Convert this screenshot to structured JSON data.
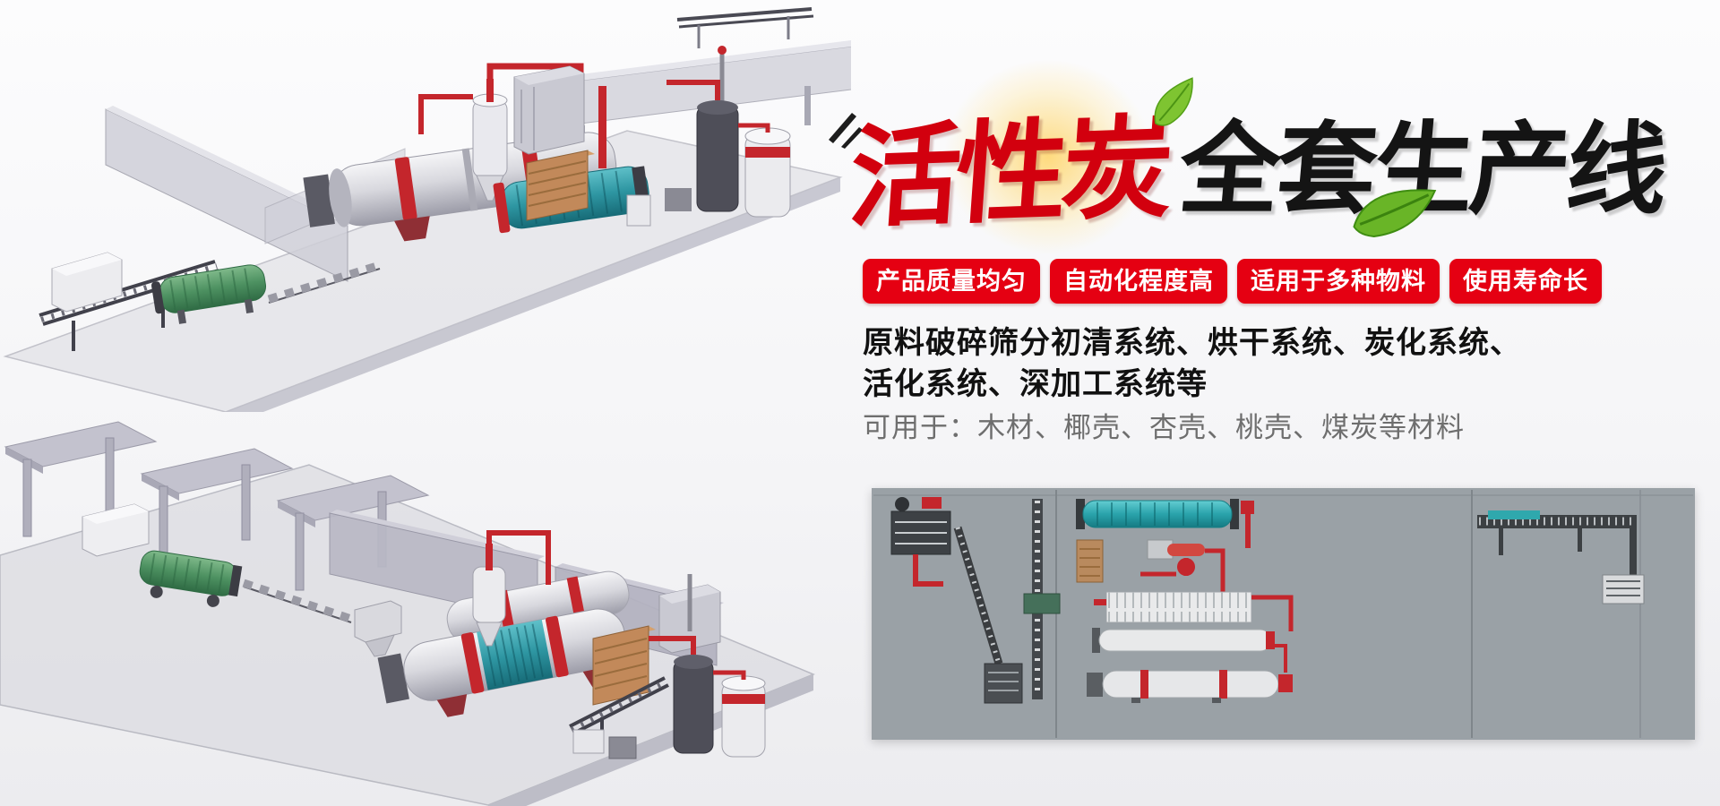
{
  "page": {
    "background": "#f5f5f6"
  },
  "hero": {
    "title": {
      "red": "活性炭",
      "black": "全套生产线"
    },
    "badges": [
      {
        "label": "产品质量均匀"
      },
      {
        "label": "自动化程度高"
      },
      {
        "label": "适用于多种物料"
      },
      {
        "label": "使用寿命长"
      }
    ],
    "description": {
      "line1": "原料破碎筛分初清系统、烘干系统、炭化系统、",
      "line2": "活化系统、深加工系统等"
    },
    "materials": "可用于：木材、椰壳、杏壳、桃壳、煤炭等材料"
  },
  "colors": {
    "badge_red": "#e50012",
    "title_red": "#d2000e",
    "title_black": "#141414",
    "description_text": "#111111",
    "materials_text": "#6e6e6e",
    "pipe_red": "#c4262c",
    "drum_teal": "#2e96a2",
    "drum_green": "#4d9161",
    "schematic_bg": "#9aa1a6"
  },
  "icons": {
    "leaf_top": "leaf-icon",
    "leaf_bottom": "leaf-icon",
    "brush_strokes": "brush-stroke-icon"
  },
  "illustrations": {
    "top_render": "activated-carbon-production-line-3d-view-upper",
    "bottom_render": "activated-carbon-production-line-3d-view-lower",
    "schematic": "production-line-plan-schematic"
  }
}
